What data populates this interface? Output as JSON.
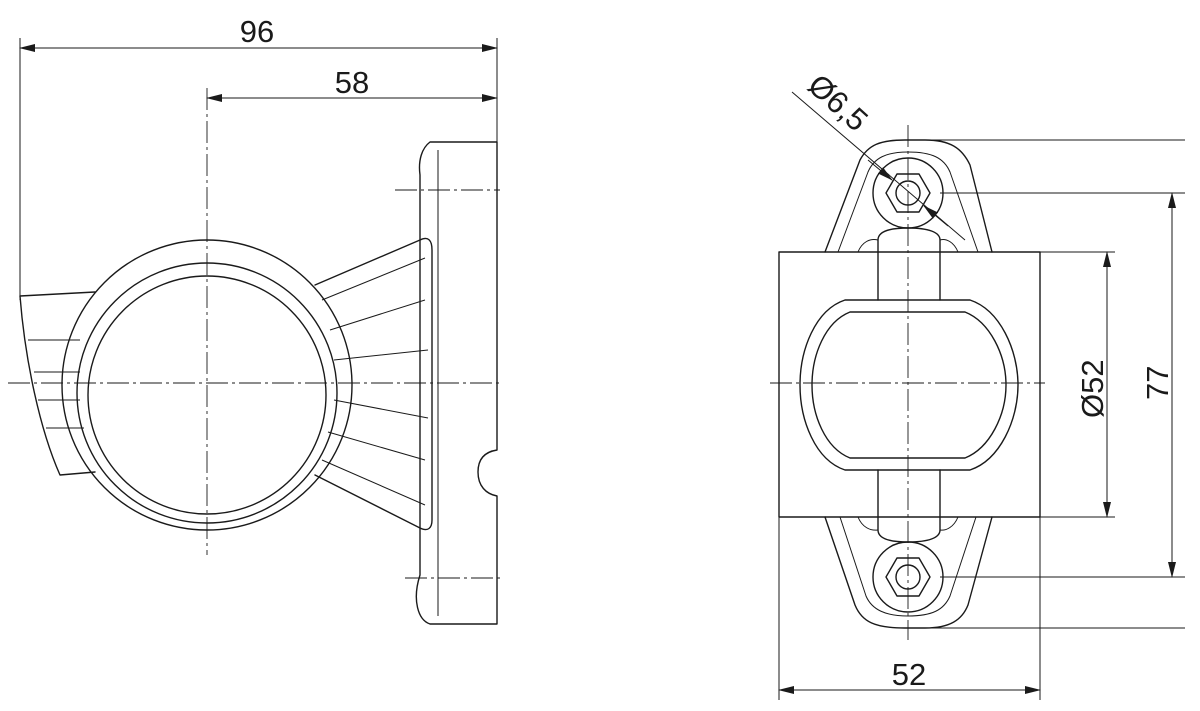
{
  "dimensions": {
    "overall_width": "96",
    "offset_width": "58",
    "hole_diameter": "Ø6,5",
    "lamp_diameter": "Ø52",
    "mount_height": "77",
    "body_width": "52"
  }
}
